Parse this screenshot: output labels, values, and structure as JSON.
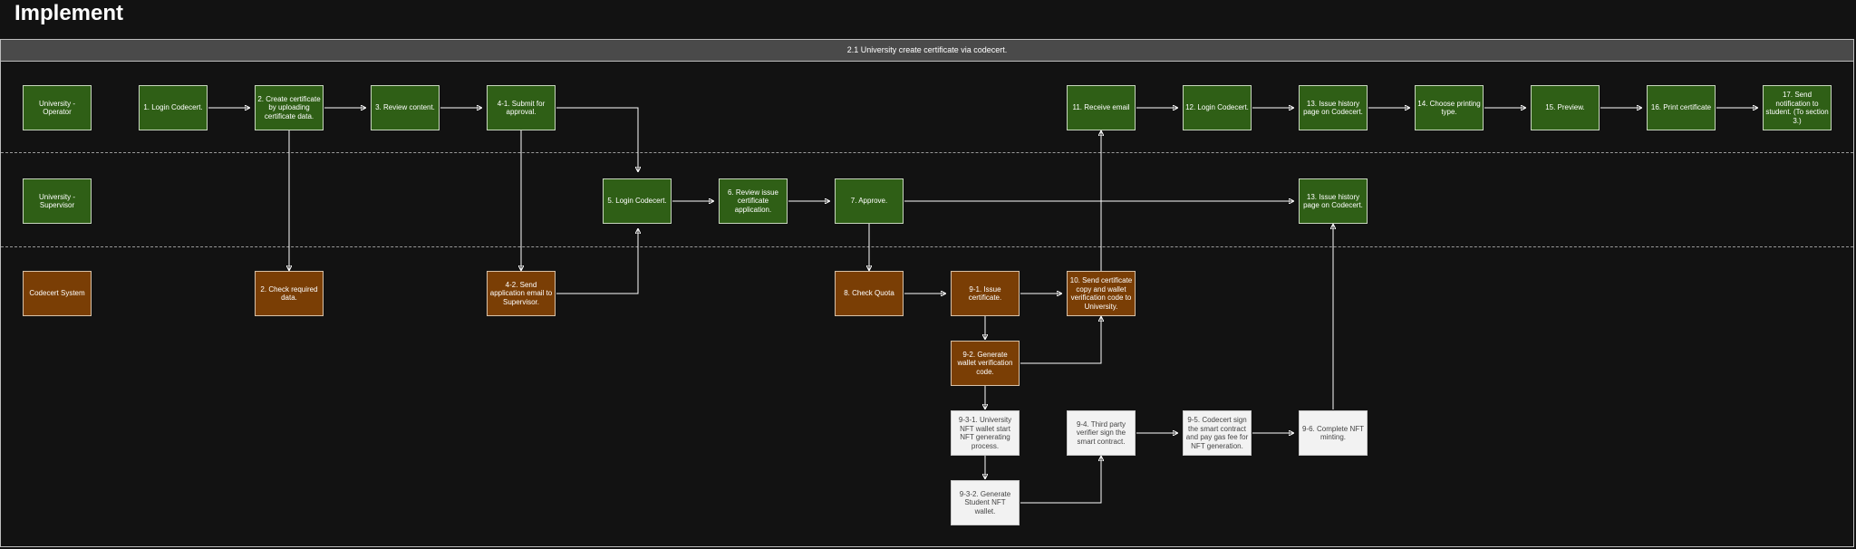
{
  "page_title": "Implement",
  "swimlane_header": "2.1 University create certificate via codecert.",
  "lanes": {
    "operator": "University - Operator",
    "supervisor": "University - Supervisor",
    "system": "Codecert System"
  },
  "nodes": {
    "n1": "1. Login Codecert.",
    "n2": "2. Create certificate by uploading certificate data.",
    "n2c": "2. Check required data.",
    "n3": "3. Review content.",
    "n41": "4-1. Submit for approval.",
    "n42": "4-2. Send application email to Supervisor.",
    "n5": "5. Login Codecert.",
    "n6": "6. Review issue certificate application.",
    "n7": "7. Approve.",
    "n8": "8. Check Quota",
    "n91": "9-1. Issue certificate.",
    "n92": "9-2. Generate wallet verification code.",
    "n931": "9-3-1. University NFT wallet start NFT generating process.",
    "n932": "9-3-2. Generate Student NFT wallet.",
    "n94": "9-4. Third party verifier sign the smart contract.",
    "n95": "9-5. Codecert sign the smart contract and pay gas fee for NFT generation.",
    "n96": "9-6. Complete NFT minting.",
    "n10": "10. Send certificate copy and wallet verification code to University.",
    "n11": "11. Receive email",
    "n12": "12. Login Codecert.",
    "n13a": "13. Issue history page on Codecert.",
    "n13b": "13. Issue history page on Codecert.",
    "n14": "14. Choose printing type.",
    "n15": "15. Preview.",
    "n16": "16. Print certificate",
    "n17": "17. Send notification to student. (To section 3.)"
  },
  "colors": {
    "background": "#121212",
    "human_step": "#2f5f16",
    "system_step": "#7a3e05",
    "external_step": "#f2f2f2",
    "connector": "#ffffff"
  }
}
